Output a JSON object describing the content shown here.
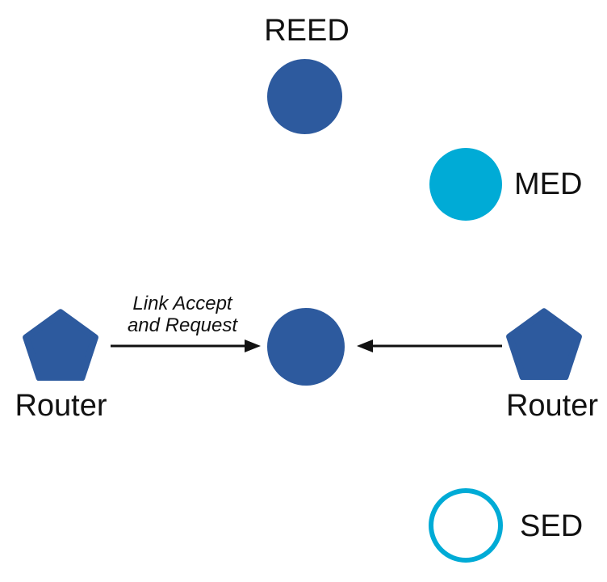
{
  "diagram": {
    "type": "network-topology",
    "nodes": {
      "reed": {
        "label": "REED",
        "shape": "circle",
        "fill": "filled"
      },
      "med": {
        "label": "MED",
        "shape": "circle",
        "fill": "filled"
      },
      "center": {
        "label": "",
        "shape": "circle",
        "fill": "filled"
      },
      "router_left": {
        "label": "Router",
        "shape": "pentagon",
        "fill": "filled"
      },
      "router_right": {
        "label": "Router",
        "shape": "pentagon",
        "fill": "filled"
      },
      "sed": {
        "label": "SED",
        "shape": "circle",
        "fill": "outline"
      }
    },
    "edges": {
      "left_arrow": {
        "from": "router_left",
        "to": "center",
        "label_line1": "Link Accept",
        "label_line2": "and Request"
      },
      "right_arrow": {
        "from": "router_right",
        "to": "center",
        "label_line1": "",
        "label_line2": ""
      }
    }
  },
  "colors": {
    "node_blue": "#2d5a9e",
    "node_cyan": "#00abd6",
    "edge_black": "#111111",
    "background": "#ffffff"
  }
}
